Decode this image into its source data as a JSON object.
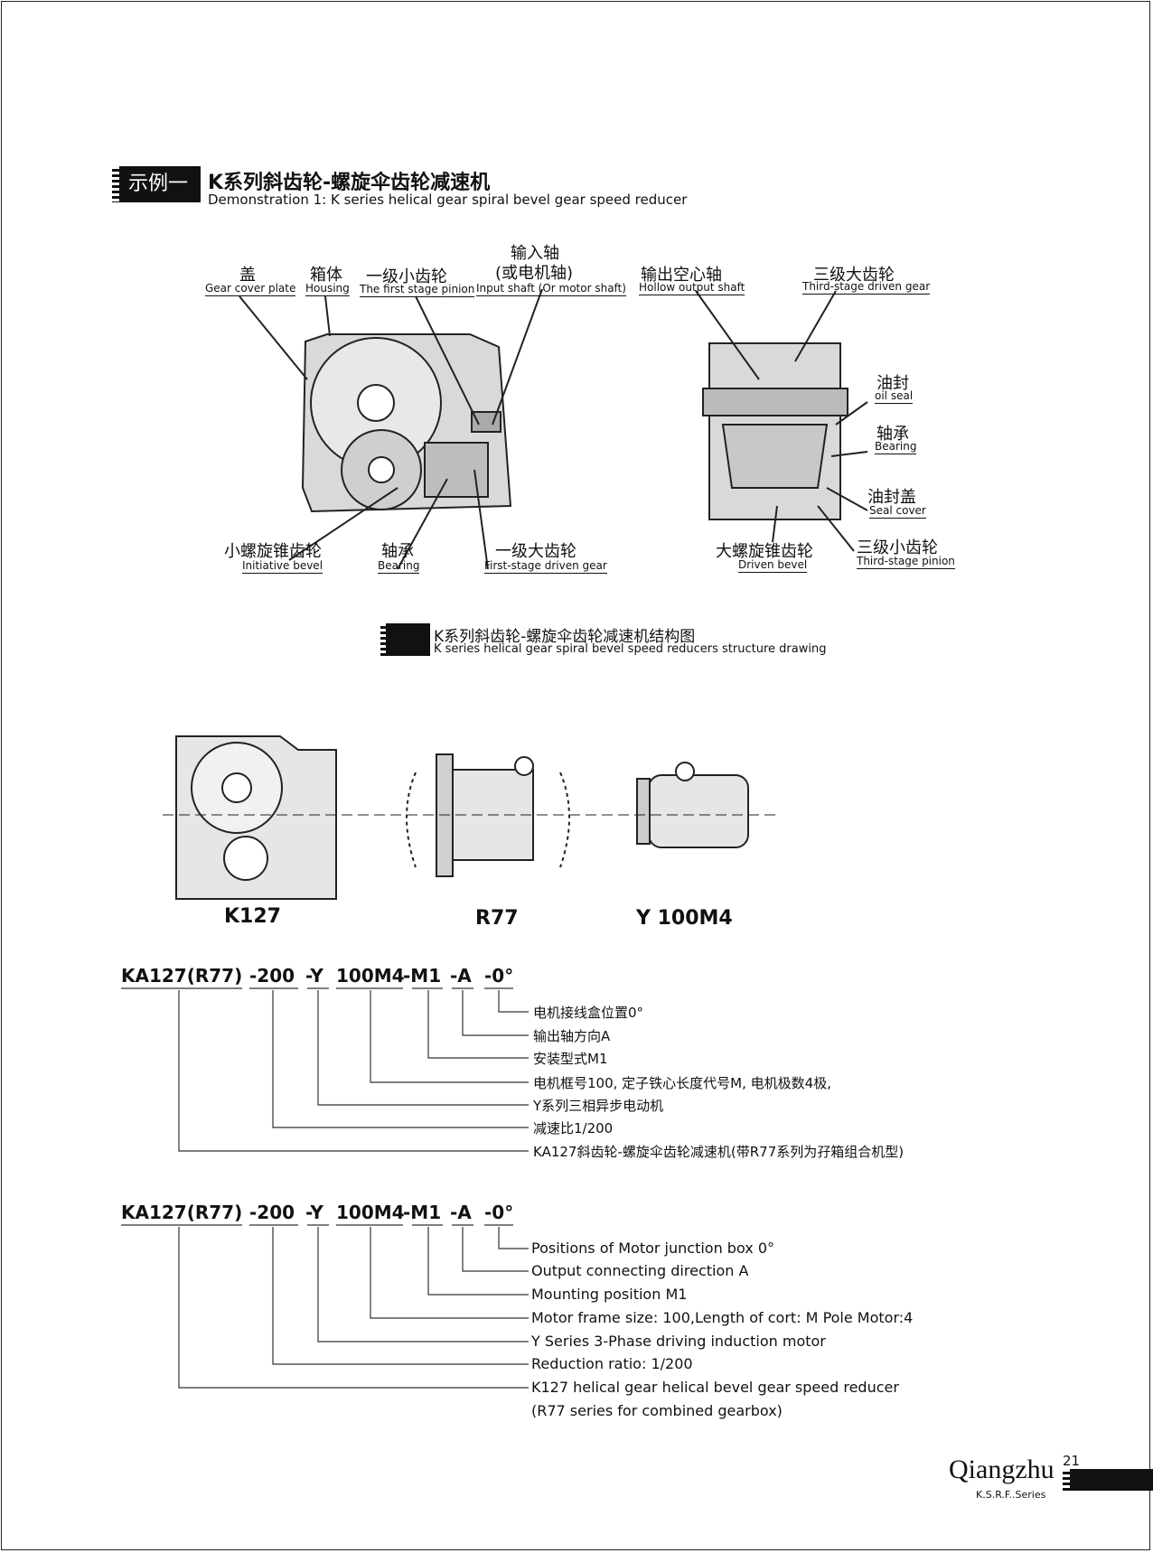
{
  "header": {
    "tab_label": "示例一",
    "title": "K系列斜齿轮-螺旋伞齿轮减速机",
    "subtitle": "Demonstration 1:  K series helical gear spiral bevel gear speed reducer"
  },
  "diagram_labels": {
    "gear_cover": {
      "cn": "盖",
      "en": "Gear cover plate"
    },
    "housing": {
      "cn": "箱体",
      "en": "Housing"
    },
    "first_pinion": {
      "cn": "一级小齿轮",
      "en": "The first stage pinion"
    },
    "input_shaft": {
      "cn1": "输入轴",
      "cn2": "(或电机轴)",
      "en": "Input shaft (Or motor shaft)"
    },
    "hollow_shaft": {
      "cn": "输出空心轴",
      "en": "Hollow output shaft"
    },
    "third_driven": {
      "cn": "三级大齿轮",
      "en": "Third-stage driven gear"
    },
    "oil_seal": {
      "cn": "油封",
      "en": "oil seal"
    },
    "bearing_right": {
      "cn": "轴承",
      "en": "Bearing"
    },
    "seal_cover": {
      "cn": "油封盖",
      "en": "Seal cover"
    },
    "initiative_bevel": {
      "cn": "小螺旋锥齿轮",
      "en": "Initiative bevel"
    },
    "bearing_left": {
      "cn": "轴承",
      "en": "Bearing"
    },
    "first_driven": {
      "cn": "一级大齿轮",
      "en": "First-stage driven gear"
    },
    "driven_bevel": {
      "cn": "大螺旋锥齿轮",
      "en": "Driven bevel"
    },
    "third_pinion": {
      "cn": "三级小齿轮",
      "en": "Third-stage pinion"
    }
  },
  "structure_caption": {
    "title": "K系列斜齿轮-螺旋伞齿轮减速机结构图",
    "subtitle": "K series helical gear spiral bevel  speed reducers structure drawing"
  },
  "models": [
    "K127",
    "R77",
    "Y 100M4"
  ],
  "code_parts": [
    "KA127(R77)",
    "-200",
    "-Y",
    "100M4",
    "-M1",
    "-A",
    "-0°"
  ],
  "desc_cn": [
    "电机接线盒位置0°",
    "输出轴方向A",
    "安装型式M1",
    "电机框号100, 定子铁心长度代号M, 电机极数4极,",
    "Y系列三相异步电动机",
    "减速比1/200",
    "KA127斜齿轮-螺旋伞齿轮减速机(带R77系列为孖箱组合机型)"
  ],
  "desc_en": [
    "Positions of Motor junction box 0°",
    "Output connecting direction  A",
    "Mounting position M1",
    "Motor frame size: 100,Length of cort: M  Pole Motor:4",
    "Y Series 3-Phase driving induction motor",
    "Reduction ratio: 1/200",
    "K127 helical gear helical bevel gear speed reducer",
    "(R77 series for combined gearbox)"
  ],
  "footer": {
    "brand": "Qiangzhu",
    "series": "K.S.R.F..Series",
    "page_number": "21"
  }
}
